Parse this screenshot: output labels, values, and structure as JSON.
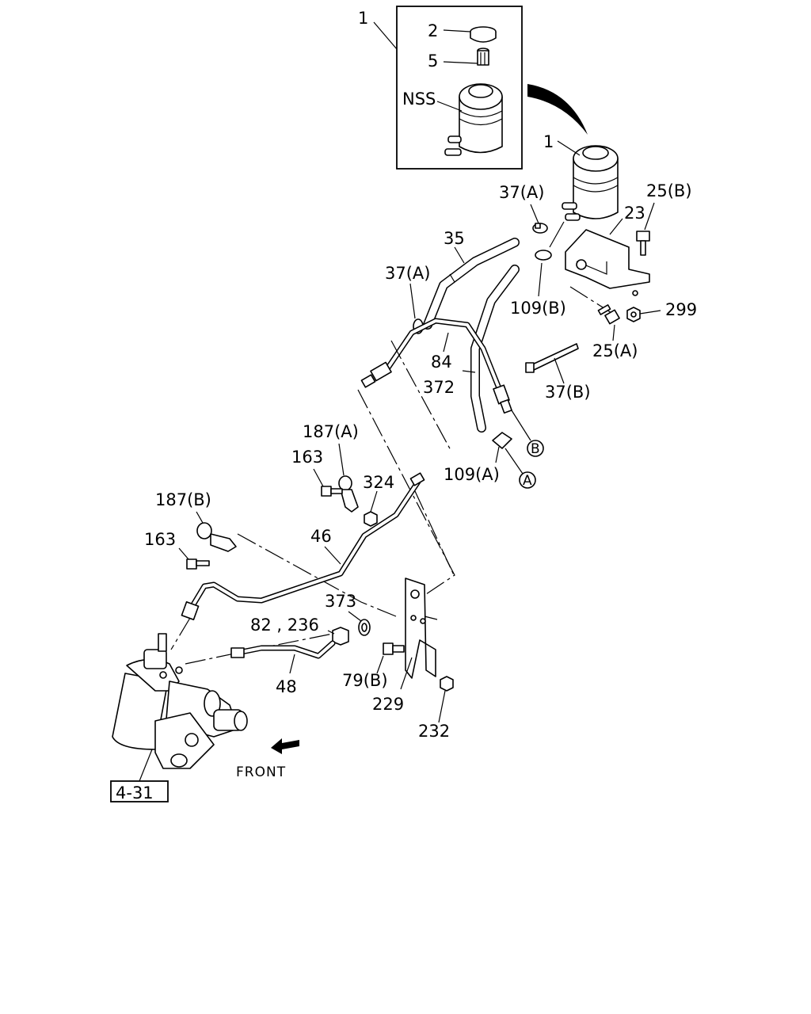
{
  "labels": {
    "p1_inset": "1",
    "p2": "2",
    "p5": "5",
    "nss": "NSS",
    "p1": "1",
    "p37a_top": "37(A)",
    "p25b": "25(B)",
    "p23": "23",
    "p35": "35",
    "p37a_mid": "37(A)",
    "p109b": "109(B)",
    "p299": "299",
    "p25a": "25(A)",
    "p84": "84",
    "p372": "372",
    "p37b": "37(B)",
    "pB": "B",
    "p187a": "187(A)",
    "p163_top": "163",
    "p324": "324",
    "p109a": "109(A)",
    "pA": "A",
    "p187b": "187(B)",
    "p163_bot": "163",
    "p46": "46",
    "p373": "373",
    "p82_236": "82 , 236",
    "p48": "48",
    "p79b": "79(B)",
    "p229": "229",
    "p232": "232",
    "front": "FRONT",
    "ref_box": "4-31"
  }
}
